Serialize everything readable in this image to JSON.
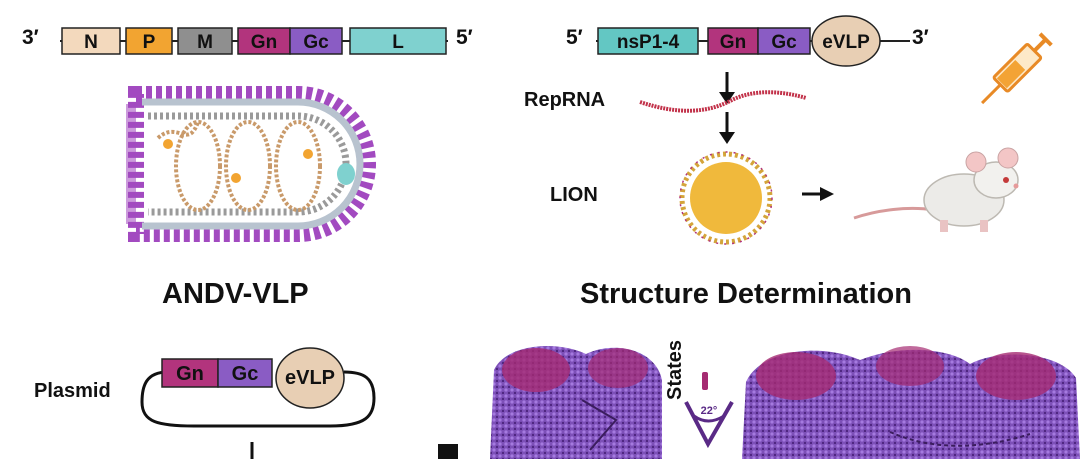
{
  "genome_left": {
    "prime_start": "3′",
    "prime_end": "5′",
    "segments": [
      "N",
      "P",
      "M",
      "Gn",
      "Gc",
      "L"
    ]
  },
  "genome_right": {
    "prime_start": "5′",
    "prime_end": "3′",
    "segments": [
      "nsP1-4",
      "Gn",
      "Gc",
      "eVLP"
    ]
  },
  "labels": {
    "reprna": "RepRNA",
    "lion": "LION",
    "andv_vlp": "ANDV-VLP",
    "structure": "Structure Determination",
    "plasmid": "Plasmid",
    "states": "States",
    "angle": "22°"
  },
  "plasmid_segments": [
    "Gn",
    "Gc",
    "eVLP"
  ],
  "colors": {
    "N": "#f3d9bd",
    "P": "#f2a431",
    "M": "#8f8f8f",
    "Gn": "#b2347d",
    "Gc": "#8a5cc4",
    "L": "#7fd1cf",
    "nsP": "#63c7c3",
    "eVLP": "#e8cfb4",
    "membrane": "#a24ac0",
    "density_dark": "#5a2a86",
    "density_light": "#8d5fc7",
    "density_magenta": "#a52b72"
  },
  "icons": [
    "syringe-icon",
    "mouse-icon",
    "arrow-down-icon",
    "arrow-right-icon",
    "angle-icon"
  ]
}
